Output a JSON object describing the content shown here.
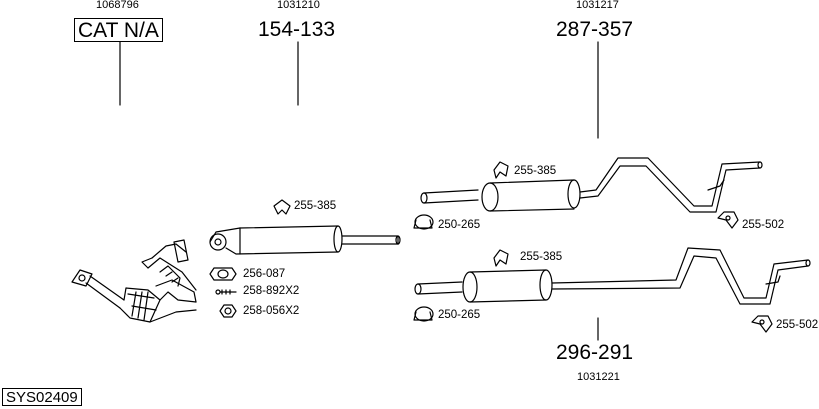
{
  "catalogue_groups": [
    {
      "ref": "1068796",
      "part": "CAT N/A"
    },
    {
      "ref": "1031210",
      "part": "154-133"
    },
    {
      "ref": "1031217",
      "part": "287-357"
    },
    {
      "ref": "1031221",
      "part": "296-291"
    }
  ],
  "fitting_parts": {
    "hanger_front": "255-385",
    "gasket": "256-087",
    "bolt": "258-892X2",
    "nut": "258-056X2",
    "hanger_upper": "255-385",
    "clamp_upper": "250-265",
    "bracket_upper": "255-502",
    "hanger_lower": "255-385",
    "clamp_lower": "250-265",
    "bracket_lower": "255-502"
  },
  "system_id": "SYS02409"
}
